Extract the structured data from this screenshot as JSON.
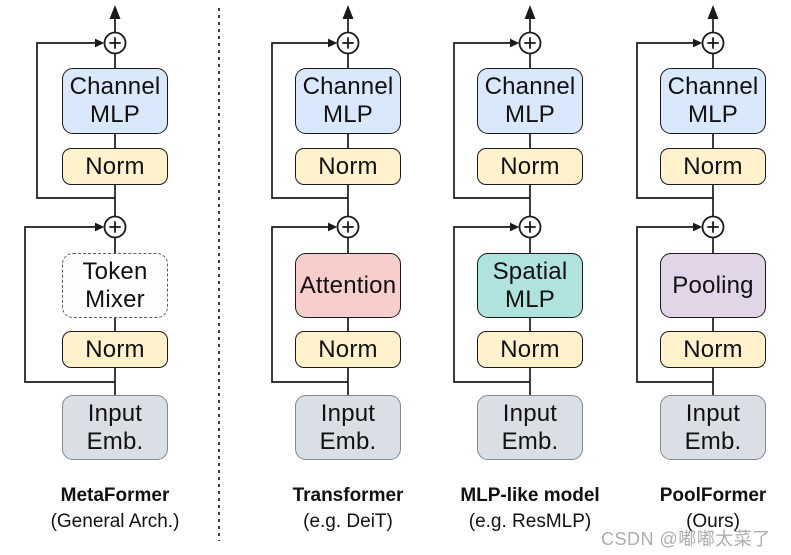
{
  "diagram": {
    "description_icons": {
      "residual_add": "plus-in-circle",
      "output_arrow": "up-arrow",
      "separator": "vertical-dashed-line"
    },
    "palette": {
      "channel_mlp_fill": "#dae8fc",
      "norm_fill": "#fff2cc",
      "attention_fill": "#f8cecc",
      "spatial_mlp_fill": "#b0e3dd",
      "pooling_fill": "#e1d5e7",
      "input_emb_fill": "#d9dfe5",
      "token_mixer_fill": "#fefefe",
      "line_color": "#1a1a1a",
      "watermark_color": "#adadad"
    },
    "columns": [
      {
        "title": "MetaFormer",
        "subtitle": "(General Arch.)",
        "blocks": {
          "channel_mlp": "Channel\nMLP",
          "norm_top": "Norm",
          "mixer": "Token\nMixer",
          "norm_bottom": "Norm",
          "input_emb": "Input\nEmb."
        }
      },
      {
        "title": "Transformer",
        "subtitle": "(e.g. DeiT)",
        "blocks": {
          "channel_mlp": "Channel\nMLP",
          "norm_top": "Norm",
          "mixer": "Attention",
          "norm_bottom": "Norm",
          "input_emb": "Input\nEmb."
        }
      },
      {
        "title": "MLP-like model",
        "subtitle": "(e.g. ResMLP)",
        "blocks": {
          "channel_mlp": "Channel\nMLP",
          "norm_top": "Norm",
          "mixer": "Spatial\nMLP",
          "norm_bottom": "Norm",
          "input_emb": "Input\nEmb."
        }
      },
      {
        "title": "PoolFormer",
        "subtitle": "(Ours)",
        "blocks": {
          "channel_mlp": "Channel\nMLP",
          "norm_top": "Norm",
          "mixer": "Pooling",
          "norm_bottom": "Norm",
          "input_emb": "Input\nEmb."
        }
      }
    ],
    "watermark": "CSDN @嘟嘟太菜了"
  }
}
